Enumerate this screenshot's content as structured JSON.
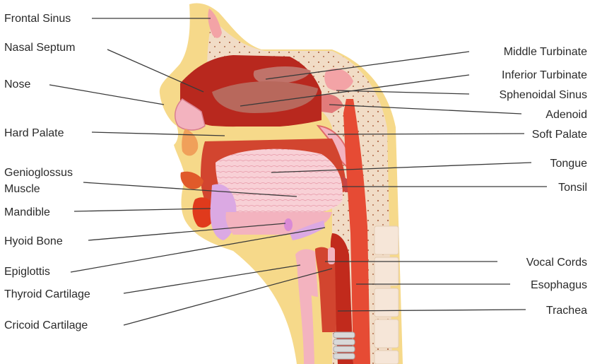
{
  "labels": {
    "frontal_sinus": "Frontal Sinus",
    "nasal_septum": "Nasal Septum",
    "nose": "Nose",
    "hard_palate": "Hard Palate",
    "genioglossus_1": "Genioglossus",
    "genioglossus_2": "Muscle",
    "mandible": "Mandible",
    "hyoid_bone": "Hyoid Bone",
    "epiglottis": "Epiglottis",
    "thyroid_cartilage": "Thyroid Cartilage",
    "cricoid_cartilage": "Cricoid Cartilage",
    "middle_turbinate": "Middle Turbinate",
    "inferior_turbinate": "Inferior Turbinate",
    "sphenoidal_sinus": "Sphenoidal Sinus",
    "adenoid": "Adenoid",
    "soft_palate": "Soft Palate",
    "tongue": "Tongue",
    "tonsil": "Tonsil",
    "vocal_cords": "Vocal Cords",
    "esophagus": "Esophagus",
    "trachea": "Trachea"
  },
  "colors": {
    "skin": "#f6d98a",
    "bone_beige": "#f1dcc6",
    "dark_red": "#b8281e",
    "red": "#d2452f",
    "orange_red": "#e05a2a",
    "pink": "#f3b3bf",
    "light_pink": "#f8d0d6",
    "purple": "#dba9e3",
    "turbinate": "#b8685c",
    "mauve": "#c98a84",
    "leader": "#3a3a3a",
    "text": "#2a2a2a"
  }
}
